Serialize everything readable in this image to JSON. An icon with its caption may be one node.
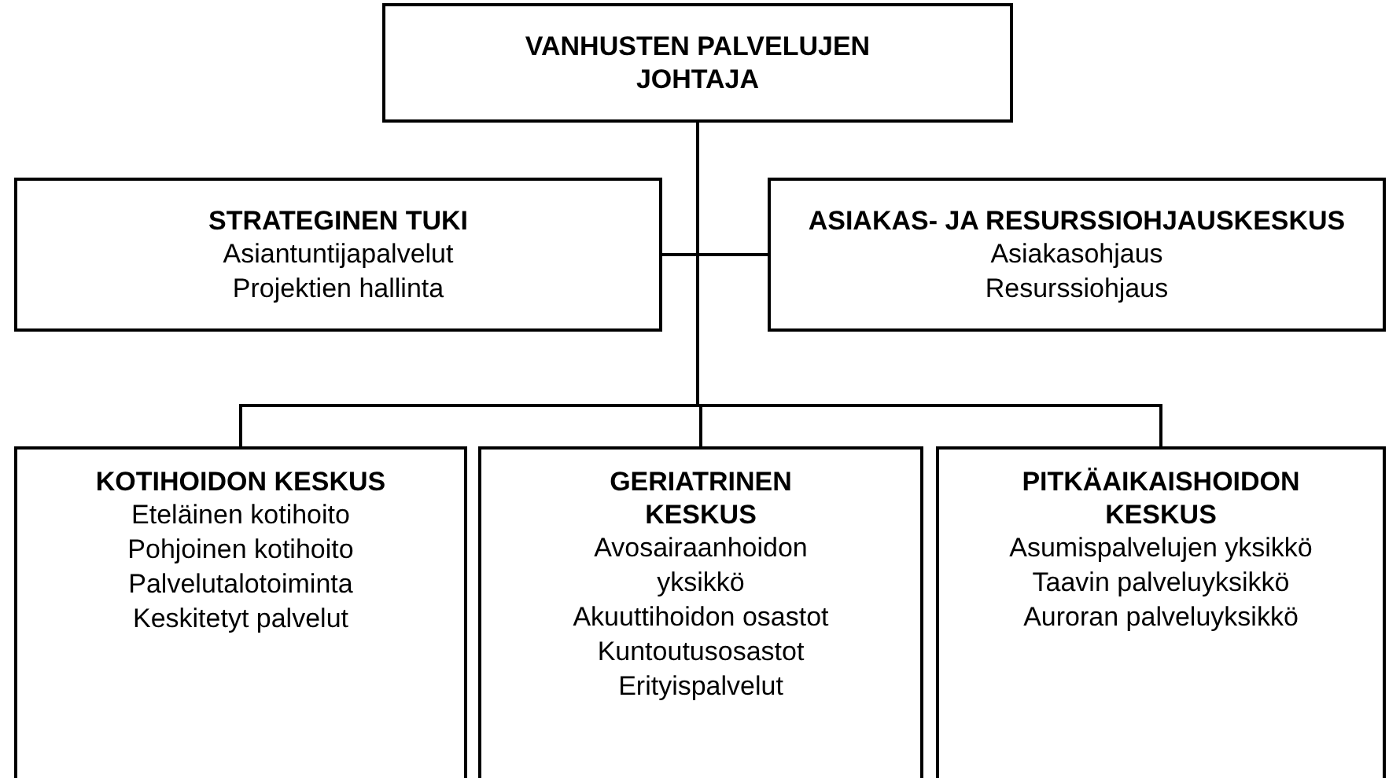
{
  "diagram": {
    "nodes": [
      {
        "text": [
          "VANHUSTEN PALVELUJEN JOHTAJA"
        ]
      },
      {
        "text": [
          "STRATEGINEN TUKI",
          "Asiantuntijapalvelut",
          "Projektien hallinta"
        ]
      },
      {
        "text": [
          "ASIAKAS- JA RESURSSIOHJAUSKESKUS",
          "Asiakasohjaus",
          "Resurssiohjaus"
        ]
      },
      {
        "text": [
          "KOTIHOIDON KESKUS",
          "Eteläinen kotihoito",
          "Pohjoinen kotihoito",
          "Palvelutalotoiminta",
          "Keskitetyt palvelut"
        ]
      },
      {
        "text": [
          "GERIATRINEN KESKUS",
          "Avosairaanhoidon yksikkö",
          "Akuuttihoidon osastot",
          "Kuntoutusosastot",
          "Erityispalvelut"
        ]
      },
      {
        "text": [
          "PITKÄAIKAISHOIDON KESKUS",
          "Asumispalvelujen yksikkö",
          "Taavin palveluyksikkö",
          "Auroran palveluyksikkö"
        ]
      }
    ],
    "edges": [
      {
        "from": 0,
        "to": 1,
        "arrow": "none"
      },
      {
        "from": 0,
        "to": 2,
        "arrow": "none"
      },
      {
        "from": 0,
        "to": 3,
        "arrow": "none"
      },
      {
        "from": 0,
        "to": 4,
        "arrow": "none"
      },
      {
        "from": 0,
        "to": 5,
        "arrow": "none"
      }
    ]
  }
}
